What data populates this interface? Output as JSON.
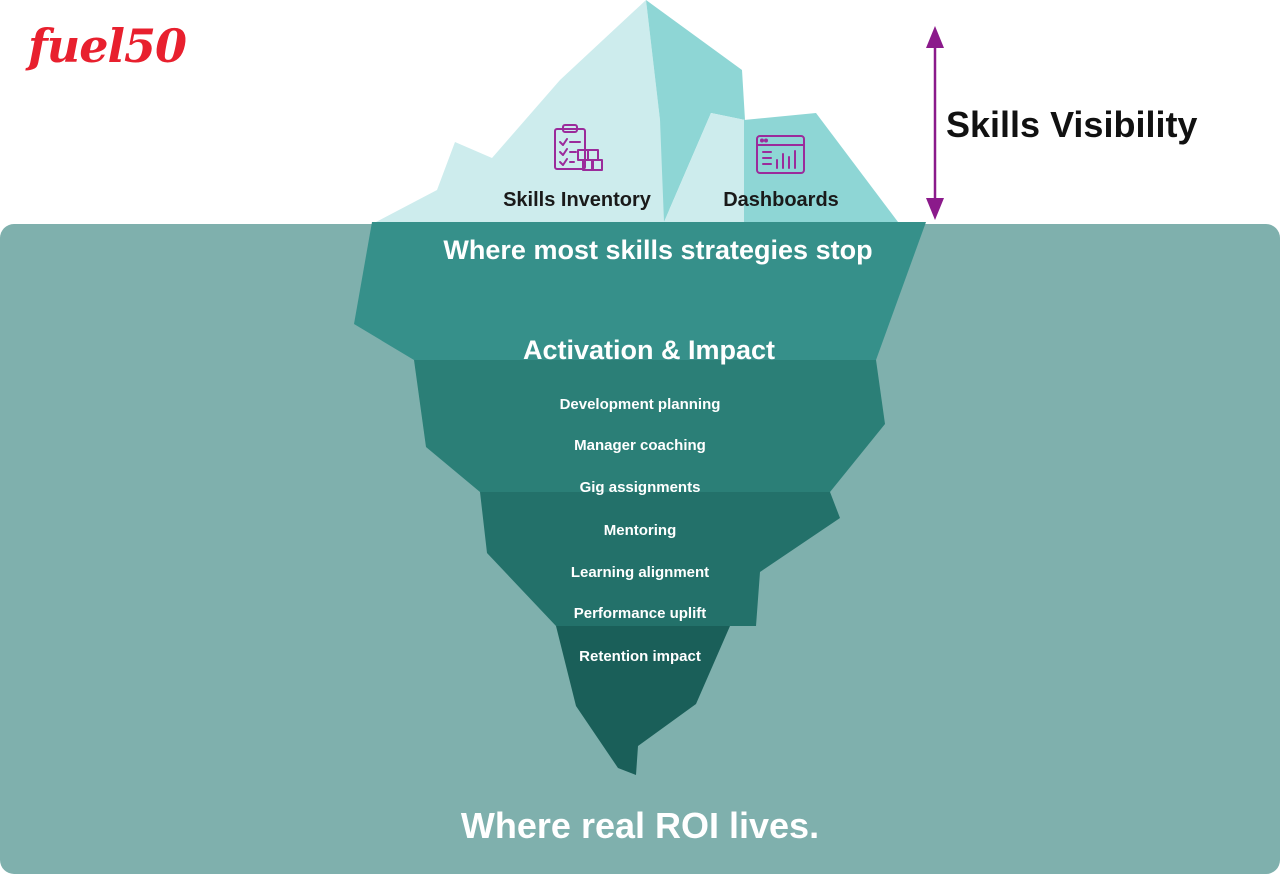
{
  "brand": {
    "logo_text": "fuel50",
    "logo_color": "#e8202e"
  },
  "colors": {
    "water": "#7fb0ad",
    "ice_light": "#cdeced",
    "ice_mid": "#8ed6d5",
    "band_1": "#36908a",
    "band_2": "#2b7f77",
    "band_3": "#23716a",
    "band_4": "#1a5f59",
    "arrow": "#8b1a8b",
    "icon": "#9b2b9b"
  },
  "tip": {
    "items": [
      {
        "label": "Skills Inventory",
        "icon": "clipboard-checklist-icon"
      },
      {
        "label": "Dashboards",
        "icon": "dashboard-chart-icon"
      }
    ]
  },
  "visibility": {
    "label": "Skills Visibility"
  },
  "underwater": {
    "stop_label": "Where most skills strategies stop",
    "activation_label": "Activation & Impact",
    "items": [
      "Development planning",
      "Manager coaching",
      "Gig assignments",
      "Mentoring",
      "Learning alignment",
      "Performance uplift",
      "Retention impact"
    ]
  },
  "footer": {
    "label": "Where real ROI lives."
  }
}
